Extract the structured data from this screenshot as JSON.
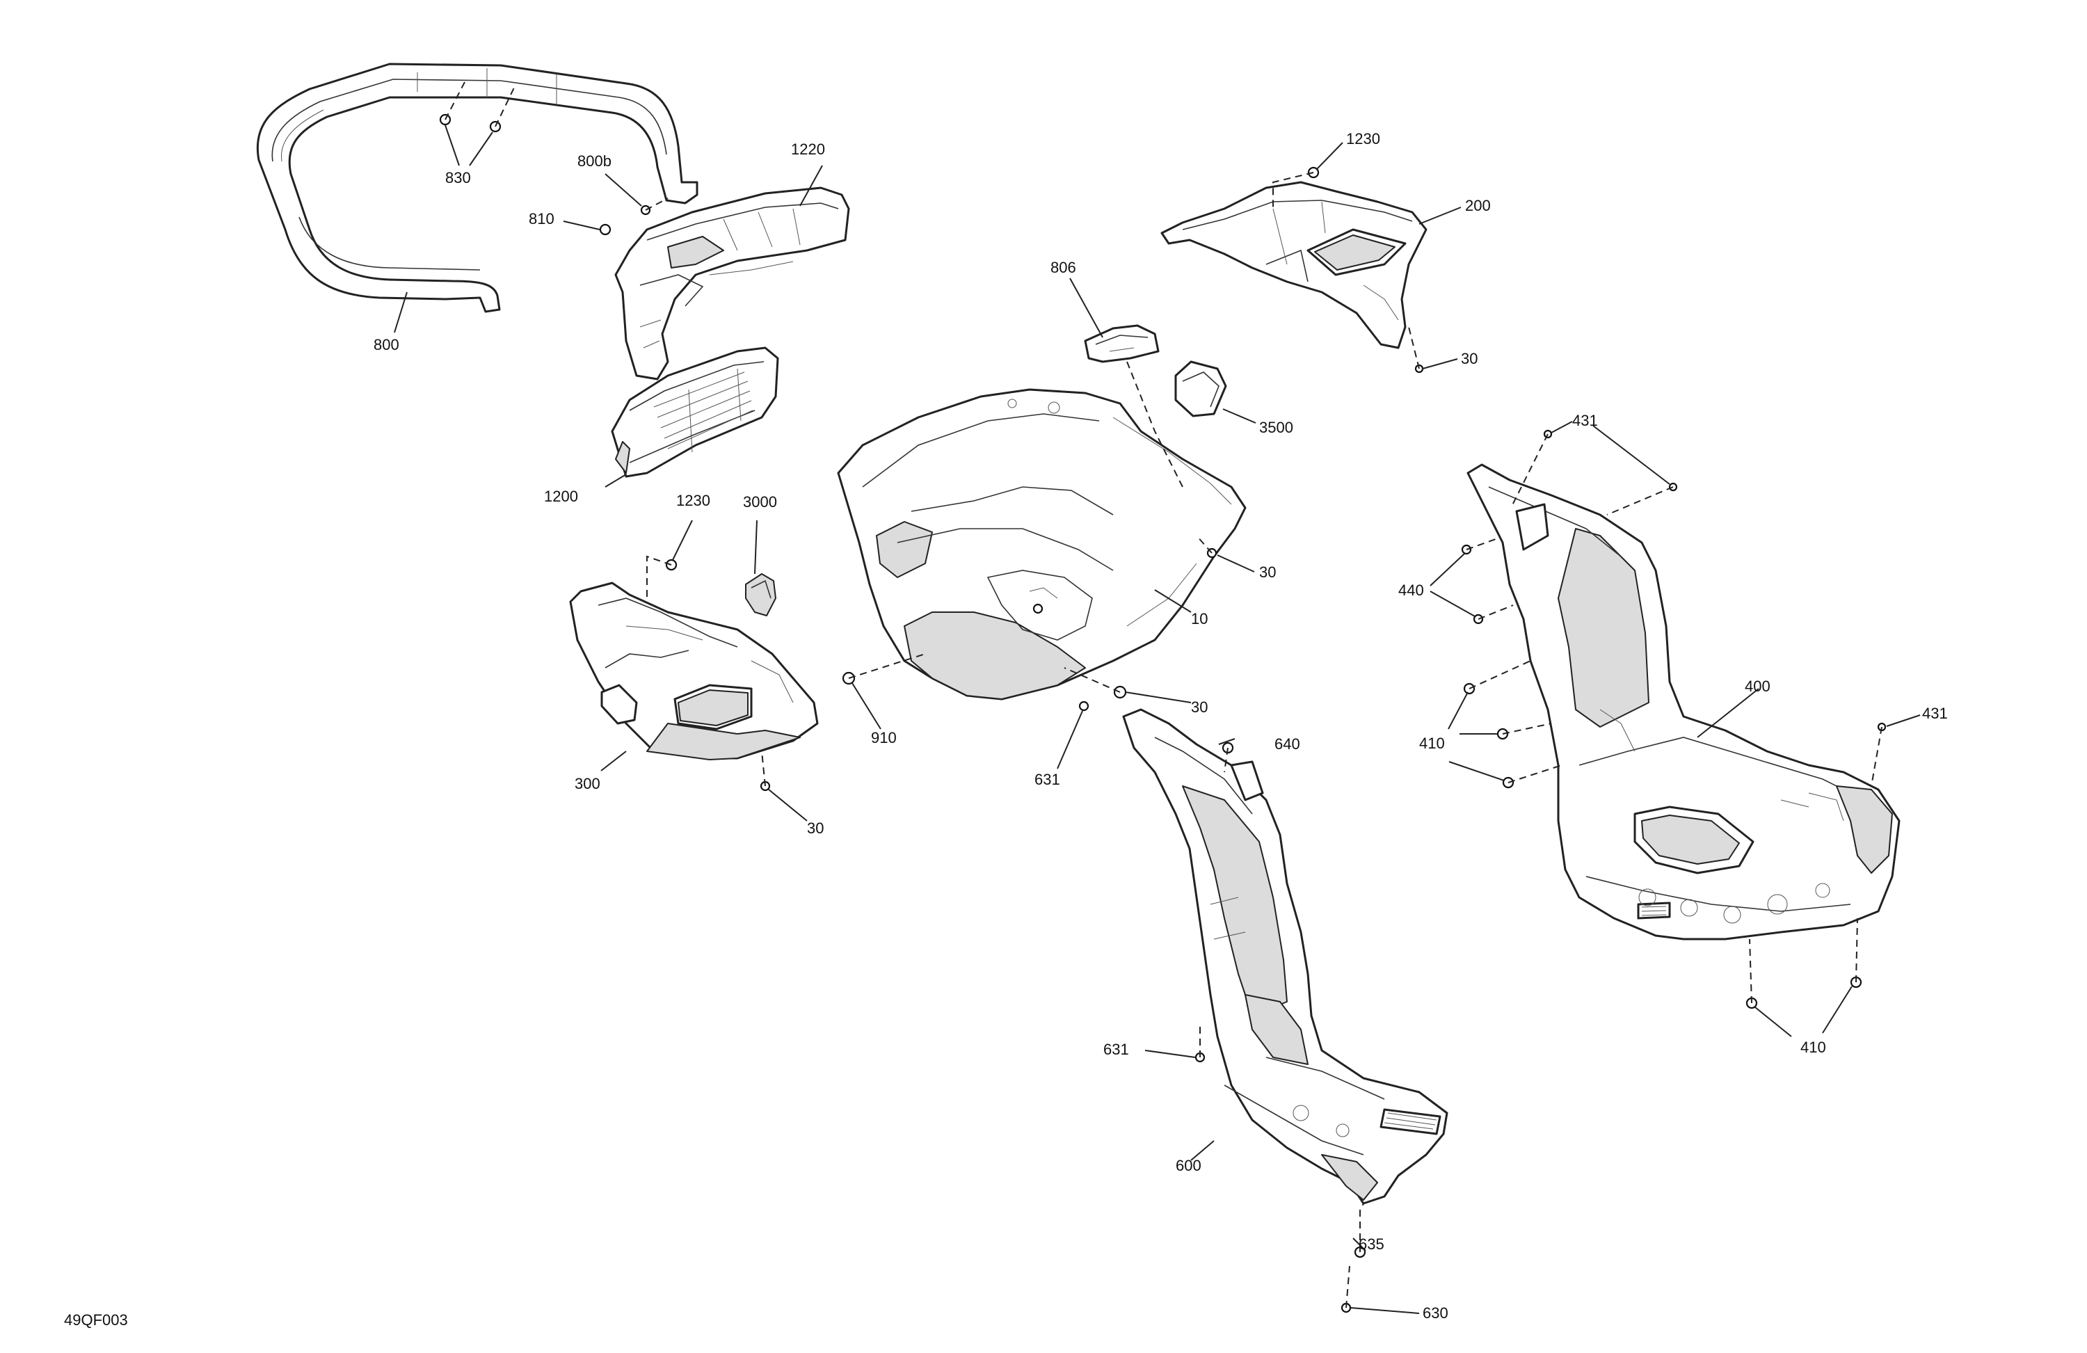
{
  "figure_code": "49QF003",
  "callouts": {
    "c10": "10",
    "c30a": "30",
    "c30b": "30",
    "c30c": "30",
    "c30d": "30",
    "c200": "200",
    "c300": "300",
    "c400": "400",
    "c410a": "410",
    "c410b": "410",
    "c431a": "431",
    "c431b": "431",
    "c440": "440",
    "c600": "600",
    "c630": "630",
    "c631a": "631",
    "c631b": "631",
    "c635": "635",
    "c640": "640",
    "c800": "800",
    "c800b": "800b",
    "c806": "806",
    "c810": "810",
    "c830": "830",
    "c910": "910",
    "c1200": "1200",
    "c1220": "1220",
    "c1230a": "1230",
    "c1230b": "1230",
    "c3000": "3000",
    "c3500": "3500"
  }
}
